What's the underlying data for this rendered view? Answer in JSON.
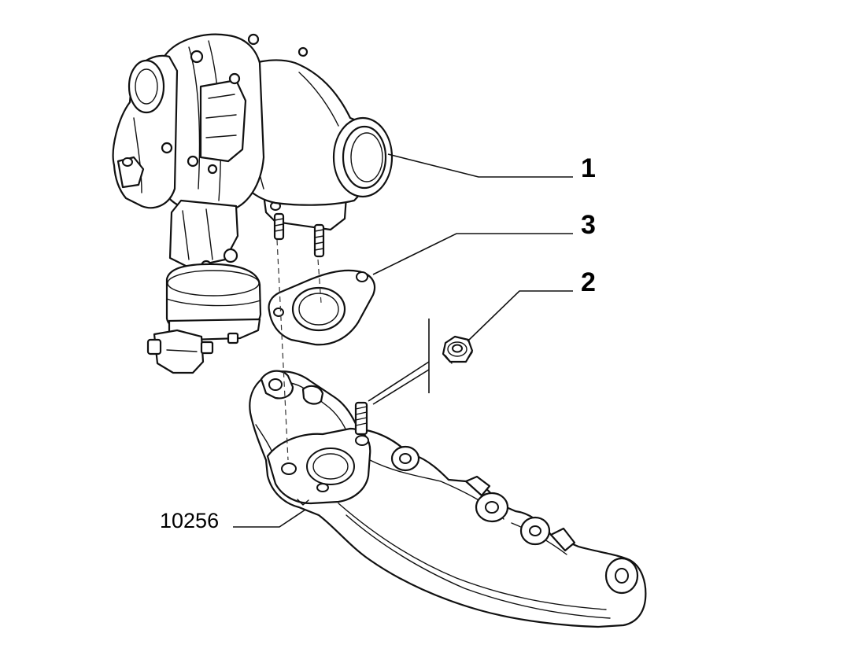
{
  "callouts": {
    "turbocharger": "1",
    "gasket": "3",
    "nut": "2"
  },
  "reference_number": "10256"
}
